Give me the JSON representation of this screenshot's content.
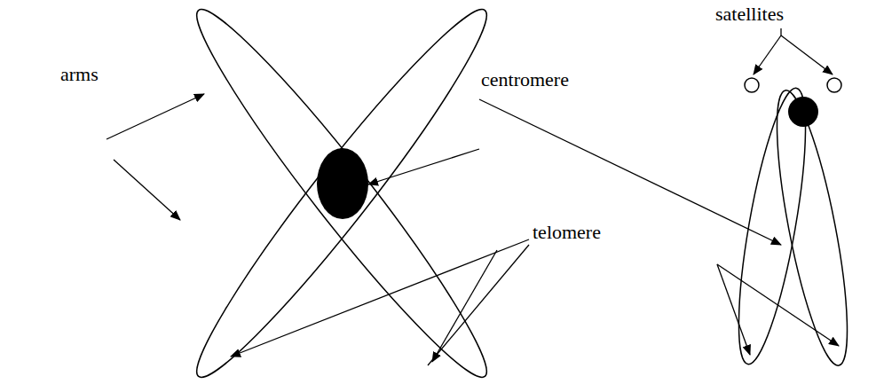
{
  "diagram": {
    "labels": [
      "arms",
      "centromere",
      "satellites",
      "telomere"
    ]
  }
}
